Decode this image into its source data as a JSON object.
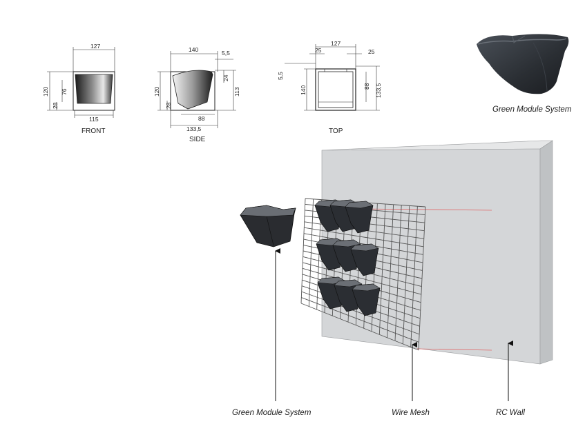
{
  "drawings": {
    "front": {
      "label": "FRONT",
      "dims": {
        "top_width": "127",
        "height": "120",
        "inner_height": "76",
        "lip": "28",
        "bottom_width": "115"
      }
    },
    "side": {
      "label": "SIDE",
      "dims": {
        "top_width": "140",
        "lip": "5,5",
        "height": "120",
        "notch": "24",
        "right_height": "113",
        "lip_left": "28",
        "bottom_inner": "88",
        "bottom_width": "133,5"
      }
    },
    "top": {
      "label": "TOP",
      "dims": {
        "width": "127",
        "left_tab": "25",
        "right_tab": "25",
        "lip": "5,5",
        "depth": "140",
        "inner": "88",
        "outer": "133,5"
      }
    }
  },
  "photo_caption": "Green Module System",
  "callouts": {
    "module": "Green Module System",
    "mesh": "Wire Mesh",
    "wall": "RC Wall"
  },
  "colors": {
    "pot": "#2b2e33",
    "wall_front": "#d4d6d8",
    "wall_side": "#bfc2c4",
    "wall_top": "#e6e7e8",
    "mesh": "#555555",
    "red_line": "#e06666"
  }
}
